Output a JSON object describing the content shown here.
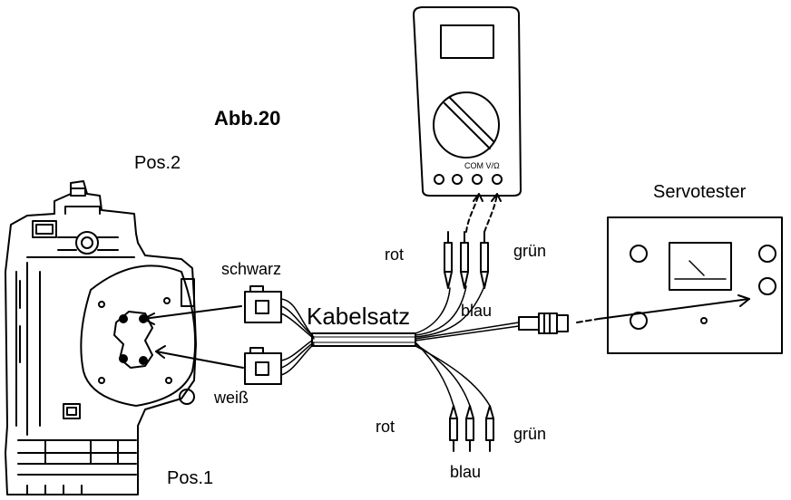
{
  "figure": {
    "title": "Abb.20",
    "position_labels": {
      "pos1": "Pos.1",
      "pos2": "Pos.2"
    },
    "connector_labels": {
      "top": "schwarz",
      "bottom": "weiß"
    },
    "cable_label": "Kabelsatz",
    "device_labels": {
      "tester": "Servotester",
      "meter_terminals": "COM V/Ω"
    },
    "wire_labels": {
      "top_left": "rot",
      "top_right": "grün",
      "middle": "blau",
      "bottom_left": "rot",
      "bottom_right": "grün",
      "bottom_middle": "blau"
    }
  }
}
